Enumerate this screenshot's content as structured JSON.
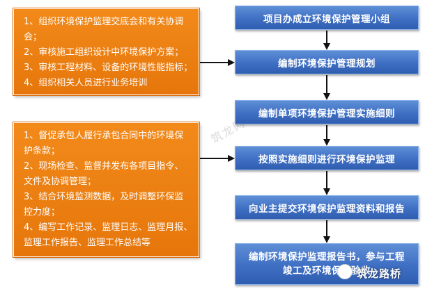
{
  "left_notes": [
    {
      "lines": [
        "1、组织环境保护监理交底会和有关协调",
        "会；",
        "2、审核施工组织设计中环境保护方案；",
        "3、审核工程材料、设备的环境性能指标；",
        "4、组织相关人员进行业务培训"
      ]
    },
    {
      "lines": [
        "1、督促承包人履行承包合同中的环境保",
        "护条款；",
        "2、现场检查、监督并发布各项目指令、",
        "文件及协调管理；",
        "3、结合环境监测数据，及时调整环保监",
        "控力度；",
        "4、编写工作记录、监理日志、监理月报、",
        "监理工作报告、监理工作总结等"
      ]
    }
  ],
  "steps": [
    {
      "lines": [
        "项目办成立环境保护管理小组"
      ]
    },
    {
      "lines": [
        "编制环境保护管理规划"
      ]
    },
    {
      "lines": [
        "编制单项环境保护管理实施细则"
      ]
    },
    {
      "lines": [
        "按照实施细则进行环境保护监理"
      ]
    },
    {
      "lines": [
        "向业主提交环境保护监理资料和报告"
      ]
    },
    {
      "lines": [
        "编制环境保护监理报告书，参与工程",
        "竣工及环境保护验收"
      ]
    }
  ],
  "watermark": {
    "brand": "筑龙路桥",
    "faint": "筑龙网"
  },
  "colors": {
    "note_fill": "#ef8216",
    "step_fill": "#3f6fc3",
    "arrow": "#111111"
  }
}
